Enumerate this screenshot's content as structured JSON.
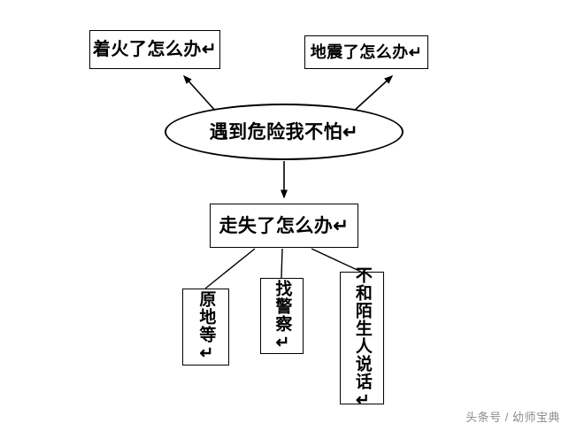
{
  "diagram": {
    "title_node": {
      "id": "center",
      "label": "遇到危险我不怕↵",
      "shape": "ellipse"
    },
    "nodes": [
      {
        "id": "fire",
        "label": "着火了怎么办↵",
        "shape": "rect"
      },
      {
        "id": "quake",
        "label": "地震了怎么办↵",
        "shape": "rect"
      },
      {
        "id": "lost",
        "label": "走失了怎么办↵",
        "shape": "rect"
      },
      {
        "id": "stay",
        "label": "原地等↵",
        "shape": "rect",
        "orientation": "vertical"
      },
      {
        "id": "police",
        "label": "找警察↵",
        "shape": "rect",
        "orientation": "vertical"
      },
      {
        "id": "stranger",
        "label": "不和陌生人说话↵",
        "shape": "rect",
        "orientation": "vertical"
      }
    ],
    "edges": [
      {
        "from": "center",
        "to": "fire",
        "style": "arrow"
      },
      {
        "from": "center",
        "to": "quake",
        "style": "arrow"
      },
      {
        "from": "center",
        "to": "lost",
        "style": "arrow"
      },
      {
        "from": "lost",
        "to": "stay",
        "style": "line"
      },
      {
        "from": "lost",
        "to": "police",
        "style": "line"
      },
      {
        "from": "lost",
        "to": "stranger",
        "style": "line"
      }
    ],
    "colors": {
      "stroke": "#000000",
      "background": "#ffffff",
      "watermark": "#8c8c8c"
    }
  },
  "watermark": {
    "text": "头条号 / 幼师宝典"
  }
}
